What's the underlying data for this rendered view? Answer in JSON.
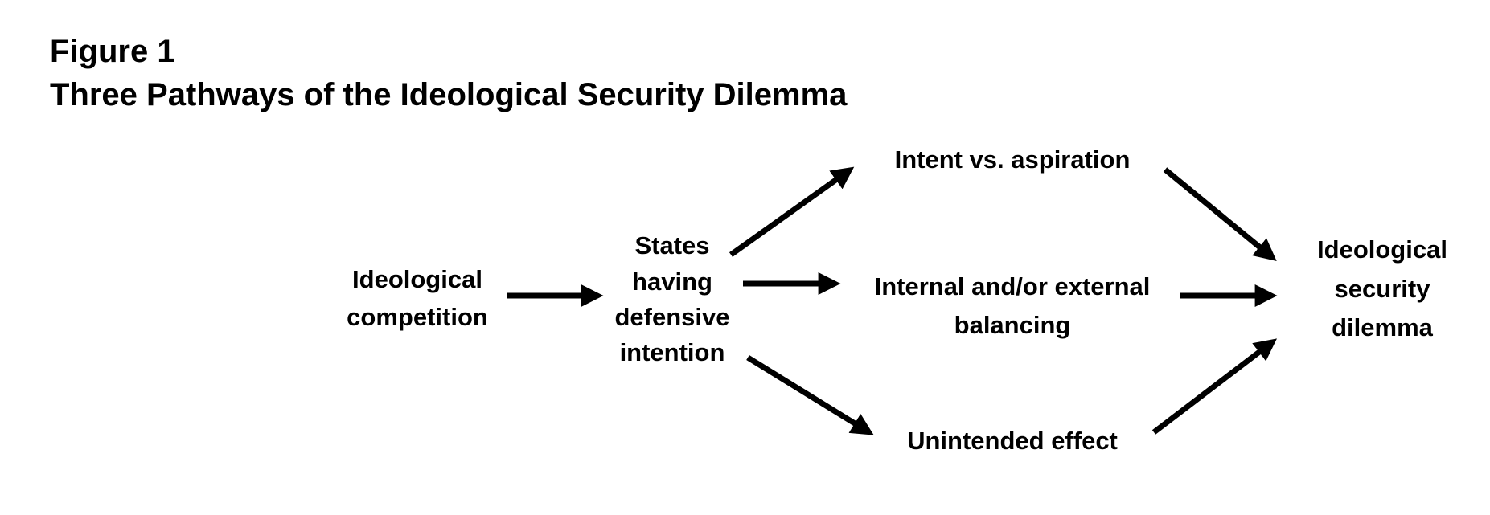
{
  "figure_label": "Figure 1",
  "title": "Three Pathways of the Ideological Security Dilemma",
  "nodes": {
    "ideological_competition": [
      "Ideological",
      "competition"
    ],
    "states_defensive": [
      "States",
      "having",
      "defensive",
      "intention"
    ],
    "intent_vs_aspiration": [
      "Intent vs. aspiration"
    ],
    "balancing": [
      "Internal and/or external",
      "balancing"
    ],
    "unintended_effect": [
      "Unintended effect"
    ],
    "security_dilemma": [
      "Ideological",
      "security",
      "dilemma"
    ]
  }
}
